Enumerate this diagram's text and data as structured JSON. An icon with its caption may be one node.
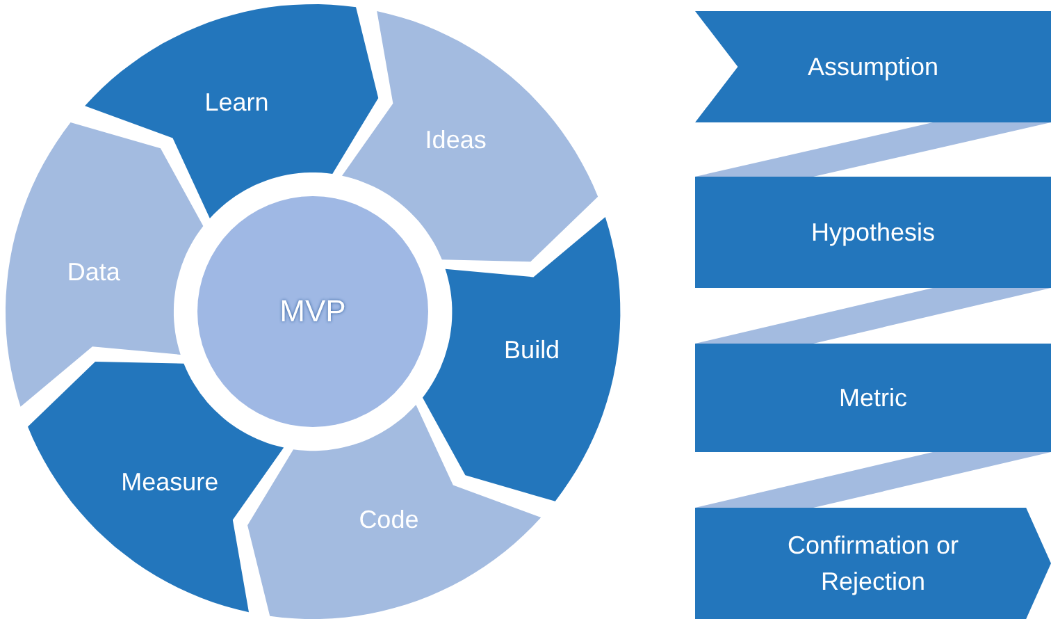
{
  "diagram": {
    "nodes": [
      {
        "text": [
          "Ideas"
        ]
      },
      {
        "text": [
          "Build"
        ]
      },
      {
        "text": [
          "Code"
        ]
      },
      {
        "text": [
          "Measure"
        ]
      },
      {
        "text": [
          "Data"
        ]
      },
      {
        "text": [
          "Learn"
        ]
      },
      {
        "text": [
          "MVP"
        ]
      },
      {
        "text": [
          "Assumption"
        ]
      },
      {
        "text": [
          "Hypothesis"
        ]
      },
      {
        "text": [
          "Metric"
        ]
      },
      {
        "text": [
          "Confirmation or Rejection"
        ]
      }
    ],
    "edges": [
      {
        "from": 7,
        "to": 8,
        "arrow": "none"
      },
      {
        "from": 8,
        "to": 9,
        "arrow": "none"
      },
      {
        "from": 9,
        "to": 10,
        "arrow": "none"
      }
    ]
  }
}
